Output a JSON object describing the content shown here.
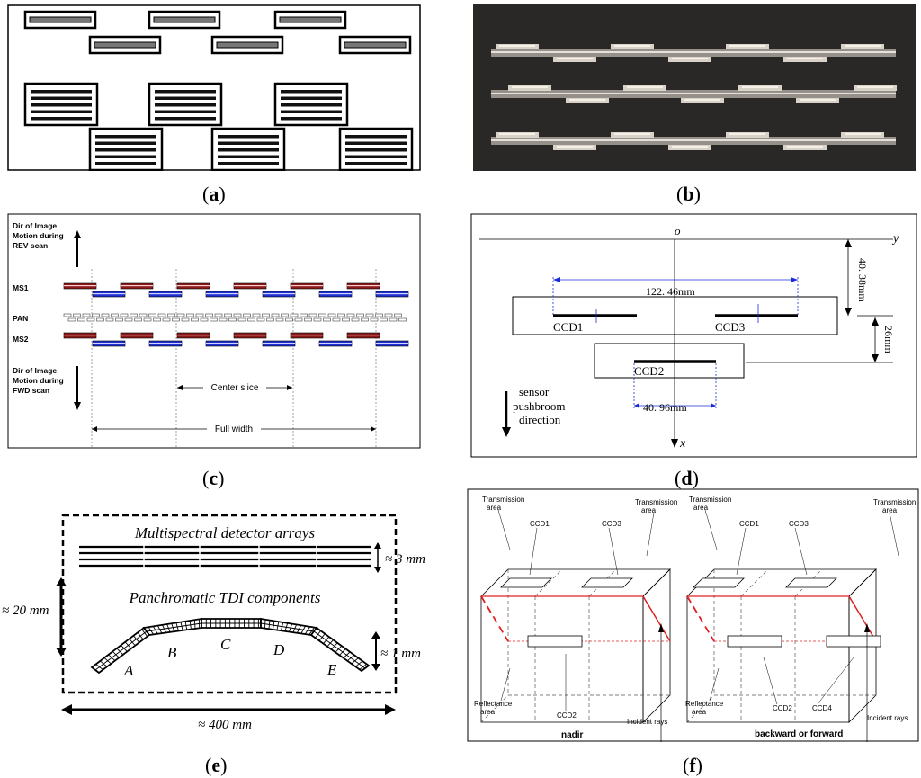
{
  "captions": {
    "a": "a",
    "b": "b",
    "c": "c",
    "d": "d",
    "e": "e",
    "f": "f"
  },
  "panel_c": {
    "dir_rev_1": "Dir of Image",
    "dir_rev_2": "Motion during",
    "dir_rev_3": "REV scan",
    "ms1": "MS1",
    "pan": "PAN",
    "ms2": "MS2",
    "dir_fwd_1": "Dir of Image",
    "dir_fwd_2": "Motion during",
    "dir_fwd_3": "FWD scan",
    "center_slice": "Center slice",
    "full_width": "Full width"
  },
  "panel_d": {
    "origin": "o",
    "axis_y": "y",
    "axis_x": "x",
    "dim_top": "122. 46mm",
    "dim_right1": "40. 38mm",
    "dim_right2": "26mm",
    "dim_bottom": "40. 96mm",
    "ccd1": "CCD1",
    "ccd2": "CCD2",
    "ccd3": "CCD3",
    "sensor_1": "sensor",
    "sensor_2": "pushbroom",
    "sensor_3": "direction"
  },
  "panel_e": {
    "ms_title": "Multispectral detector arrays",
    "pan_title": "Panchromatic TDI components",
    "dim_3mm": "≈ 3 mm",
    "dim_20mm": "≈ 20 mm",
    "dim_1mm": "≈ 1 mm",
    "dim_400mm": "≈ 400 mm",
    "labels": [
      "A",
      "B",
      "C",
      "D",
      "E"
    ]
  },
  "panel_f": {
    "transmission_area_1": "Transmission",
    "transmission_area_2": "area",
    "ccd1": "CCD1",
    "ccd2": "CCD2",
    "ccd3": "CCD3",
    "ccd4": "CCD4",
    "reflectance_1": "Reflectance",
    "reflectance_2": "area",
    "incident": "Incident rays",
    "nadir": "nadir",
    "bf": "backward or forward"
  },
  "colors": {
    "red_line": "#e02020",
    "blue_line": "#2030d0",
    "dark_red": "#8b1a1a",
    "blue_dim": "#1a2bd8"
  }
}
